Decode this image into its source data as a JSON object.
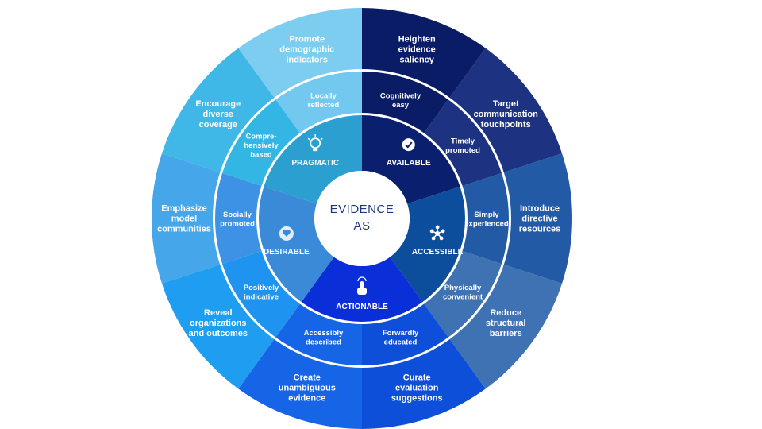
{
  "center": {
    "title_line1": "EVIDENCE",
    "title_line2": "AS"
  },
  "inner": [
    {
      "label": "AVAILABLE",
      "icon": "checkmark-icon",
      "color": "#0a1f6e"
    },
    {
      "label": "ACCESSIBLE",
      "icon": "network-icon",
      "color": "#0c4e9c"
    },
    {
      "label": "ACTIONABLE",
      "icon": "touch-icon",
      "color": "#0a2fd8"
    },
    {
      "label": "DESIRABLE",
      "icon": "heart-icon",
      "color": "#3a8ad8"
    },
    {
      "label": "PRAGMATIC",
      "icon": "lightbulb-icon",
      "color": "#2ba0d0"
    }
  ],
  "middle": [
    {
      "lines": [
        "Cognitively",
        "easy"
      ],
      "color": "#0b1c66"
    },
    {
      "lines": [
        "Timely",
        "promoted"
      ],
      "color": "#1d3280"
    },
    {
      "lines": [
        "Simply",
        "experienced"
      ],
      "color": "#235aa6"
    },
    {
      "lines": [
        "Physically",
        "convenient"
      ],
      "color": "#3e72b2"
    },
    {
      "lines": [
        "Forwardly",
        "educated"
      ],
      "color": "#0d4fd8"
    },
    {
      "lines": [
        "Accessibly",
        "described"
      ],
      "color": "#1565e6"
    },
    {
      "lines": [
        "Positively",
        "indicative"
      ],
      "color": "#1f93f0"
    },
    {
      "lines": [
        "Socially",
        "promoted"
      ],
      "color": "#3d92e6"
    },
    {
      "lines": [
        "Compre-",
        "hensively",
        "based"
      ],
      "color": "#34b6e4"
    },
    {
      "lines": [
        "Locally",
        "reflected"
      ],
      "color": "#72c8ee"
    }
  ],
  "outer": [
    {
      "lines": [
        "Heighten",
        "evidence",
        "saliency"
      ],
      "color": "#0b1c66"
    },
    {
      "lines": [
        "Target",
        "communication",
        "touchpoints"
      ],
      "color": "#1d3280"
    },
    {
      "lines": [
        "Introduce",
        "directive",
        "resources"
      ],
      "color": "#235aa6"
    },
    {
      "lines": [
        "Reduce",
        "structural",
        "barriers"
      ],
      "color": "#3e72b2"
    },
    {
      "lines": [
        "Curate",
        "evaluation",
        "suggestions"
      ],
      "color": "#0d4fd8"
    },
    {
      "lines": [
        "Create",
        "unambiguous",
        "evidence"
      ],
      "color": "#1565e6"
    },
    {
      "lines": [
        "Reveal",
        "organizations",
        "and outcomes"
      ],
      "color": "#1f9df0"
    },
    {
      "lines": [
        "Emphasize",
        "model",
        "communities"
      ],
      "color": "#46a6ea"
    },
    {
      "lines": [
        "Encourage",
        "diverse",
        "coverage"
      ],
      "color": "#3fb8e8"
    },
    {
      "lines": [
        "Promote",
        "demographic",
        "indicators"
      ],
      "color": "#7ccdf0"
    }
  ]
}
